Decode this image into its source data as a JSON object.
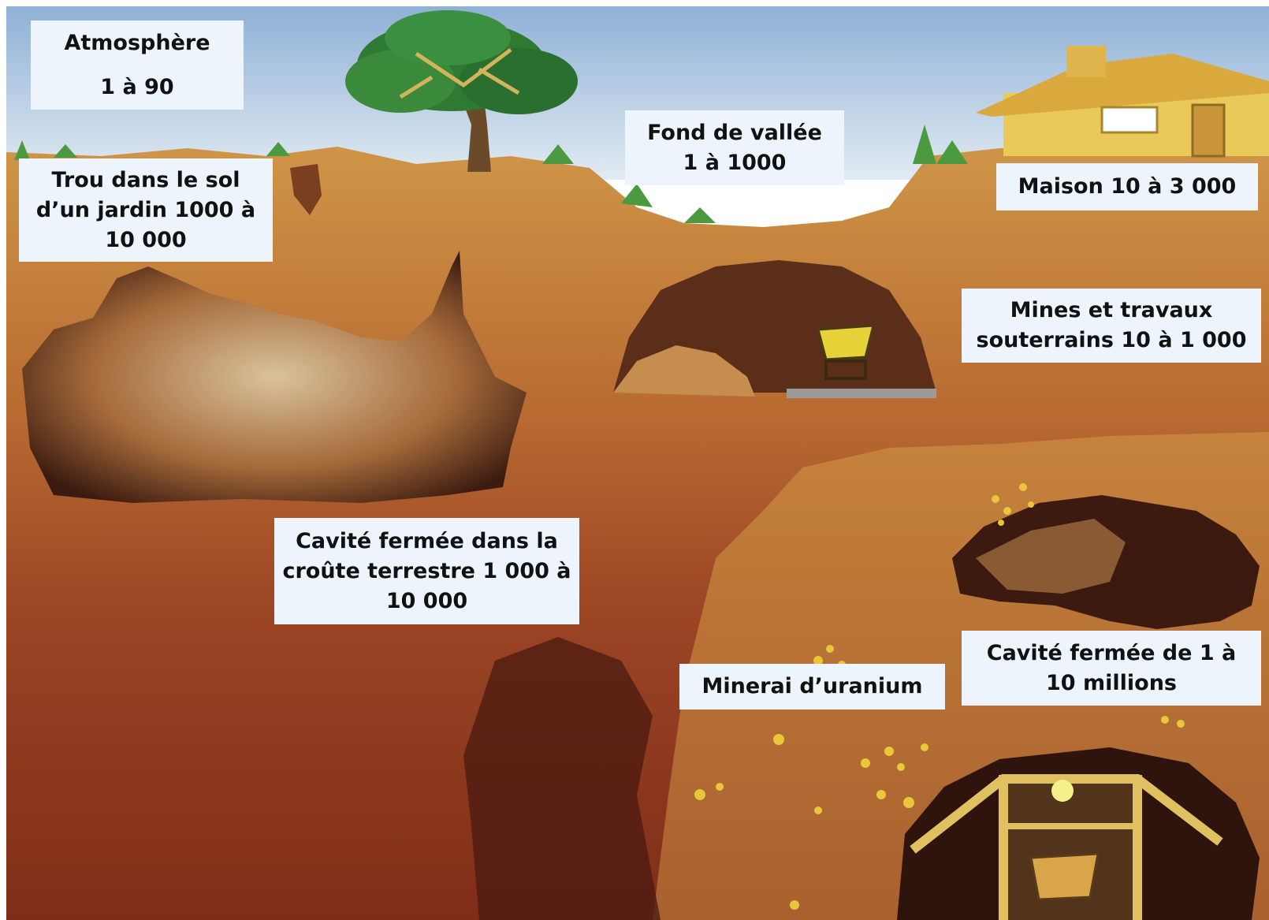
{
  "labels": {
    "atmosphere_title": "Atmosphère",
    "atmosphere_value": "1 à 90",
    "valley_title": "Fond de vallée",
    "valley_value": "1 à 1000",
    "garden_hole": "Trou dans le sol d’un jardin 1000 à 10 000",
    "house": "Maison 10 à 3 000",
    "mines": "Mines et travaux souterrains 10 à 1 000",
    "crust_cavity": "Cavité fermée dans la croûte terrestre  1 000 à 10 000",
    "uranium_ore": "Minerai d’uranium",
    "closed_cavity": "Cavité fermée de  1 à 10 millions"
  },
  "colors": {
    "sky": "#9db9d8",
    "topsoil": "#c98a3c",
    "subsoil": "#a6502a",
    "deep": "#7a2e18",
    "tree_leaves": "#2f7a33",
    "house": "#e9c95a",
    "ore": "#e8c73a",
    "label_bg": "#eef4fb"
  }
}
